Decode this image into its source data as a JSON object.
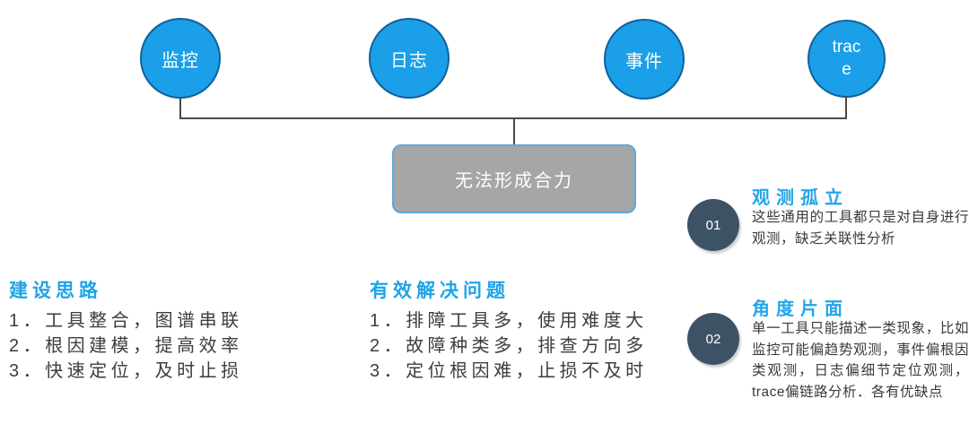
{
  "palette": {
    "node_fill": "#1A9FE8",
    "node_border": "#10619C",
    "accent_blue": "#24A5E8",
    "badge_navy": "#3E5266",
    "box_gray": "#A6A6A6",
    "box_border_blue": "#5EA9DC",
    "line_gray": "#4A4A4A",
    "body_text": "#3A3A3A"
  },
  "nodes": [
    {
      "label": "监控"
    },
    {
      "label": "日志"
    },
    {
      "label": "事件"
    },
    {
      "label": "trace"
    }
  ],
  "result_box": {
    "label": "无法形成合力"
  },
  "findings": [
    {
      "number": "01",
      "title": "观测孤立",
      "body": "这些通用的工具都只是对自身进行观测，缺乏关联性分析"
    },
    {
      "number": "02",
      "title": "角度片面",
      "body": "单一工具只能描述一类现象，比如监控可能偏趋势观测，事件偏根因类观测，日志偏细节定位观测，trace偏链路分析．各有优缺点"
    }
  ],
  "idea_block": {
    "title": "建设思路",
    "items": [
      "1．工具整合，图谱串联",
      "2．根因建模，提高效率",
      "3．快速定位，及时止损"
    ]
  },
  "problem_block": {
    "title": "有效解决问题",
    "items": [
      "1．排障工具多，使用难度大",
      "2．故障种类多，排查方向多",
      "3．定位根因难，止损不及时"
    ]
  }
}
